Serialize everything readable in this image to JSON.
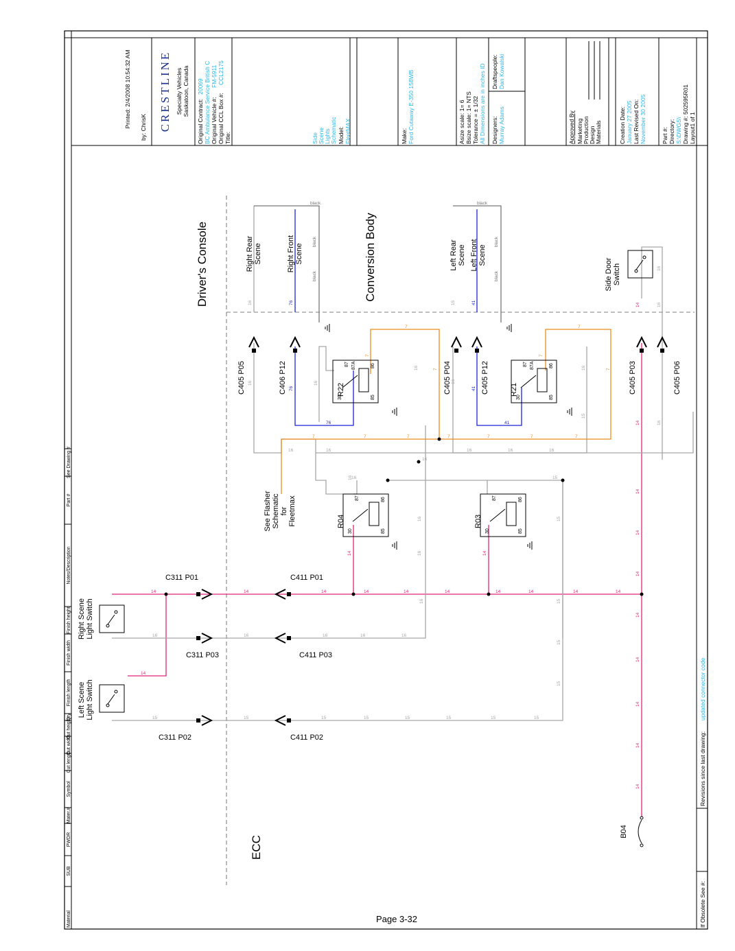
{
  "header": {
    "columns": [
      "Material",
      "SUB",
      "PWDR",
      "Mater.#",
      "Symbol",
      "Cut length",
      "Cut width",
      "Cut height",
      "Qty",
      "Finish length",
      "Finish width",
      "Finish height",
      "Notes/Description",
      "Part #",
      "See Drawing #"
    ]
  },
  "title_block": {
    "printed": "Printed: 2/4/2008 10:54:32 AM",
    "by": "by: ChrisK",
    "logo": "CRESTLINE",
    "company": "Specialty Vehicles",
    "location": "Saskatoon, Canada",
    "original_contract_label": "Original Contract:",
    "original_contract_value": "20069",
    "original_contract_detail": "BC Ambulance Service British C",
    "original_vehicle_label": "Original Vehicle #:",
    "original_vehicle_value": "FM-5911",
    "original_ccl_label": "Original CCL Box #:",
    "original_ccl_value": "CCL2175",
    "title_label": "Title:",
    "title_value": [
      "Side",
      "Scene",
      "Lights",
      "Schematic"
    ],
    "model_label": "Model:",
    "model_value": "FleetMAX",
    "make_label": "Make:",
    "make_value": "Ford Cutaway E-350 158WB",
    "asize": "Asize scale: 1= 6",
    "bsize": "Bsize scale: 1= NTS",
    "tolerance": "Tolerance = ± 1/32",
    "dims_note": "All Dimensions are in inches ID",
    "designers_label": "Designers:",
    "designers_value": "Murray Adams",
    "draftspeople_label": "Draftspeople:",
    "draftspeople_value": "Dan Kowalski",
    "approved_by": "Approved By",
    "approvals": [
      "Marketing",
      "Production",
      "Design",
      "Materials"
    ],
    "creation_label": "Creation Date:",
    "creation_value": "January 27 2005",
    "revised_label": "Last Revised On:",
    "revised_value": "November 30 2005",
    "part_label": "Part #:",
    "directory_label": "Directory:",
    "directory_value": "S:\\DWGS\\",
    "drawing_label": "Drawing #: 502595R01",
    "layout_label": "Layout1 of 1",
    "revisions_label": "Revisions since last drawing:",
    "revisions_value": "updated connector code",
    "obsolete_label": "If Obsolete See #:"
  },
  "page_label": "Page 3-32",
  "zones": {
    "ecc": "ECC",
    "console": "Driver's Console",
    "body": "Conversion Body"
  },
  "switches": {
    "right_scene": [
      "Right Scene",
      "Light Switch"
    ],
    "left_scene": [
      "Left Scene",
      "Light Switch"
    ],
    "side_door": [
      "Side Door",
      "Switch"
    ]
  },
  "loads": {
    "right_rear": [
      "Right Rear",
      "Scene"
    ],
    "right_front": [
      "Right Front",
      "Scene"
    ],
    "left_rear": [
      "Left Rear",
      "Scene"
    ],
    "left_front": [
      "Left Front",
      "Scene"
    ]
  },
  "relays": {
    "r22": "R22",
    "r21": "R21",
    "r04": "R04",
    "r03": "R03",
    "pins": {
      "p87": "87",
      "p87a": "87A",
      "p30": "30",
      "p86": "86",
      "p85": "85"
    }
  },
  "connectors": {
    "c311p01": "C311 P01",
    "c311p03": "C311 P03",
    "c311p02": "C311 P02",
    "c411p01": "C411 P01",
    "c411p03": "C411 P03",
    "c411p02": "C411 P02",
    "c405p05": "C405 P05",
    "c406p12": "C406 P12",
    "c405p04": "C405 P04",
    "c405p12": "C405 P12",
    "c405p03": "C405 P03",
    "c405p06": "C405 P06"
  },
  "flasher_note": [
    "See Flasher",
    "Schematic",
    "for",
    "Fleetmax"
  ],
  "fuse": "B04",
  "wire_labels": {
    "w14": "14",
    "w16": "16",
    "w15": "15",
    "w76": "76",
    "w41": "41",
    "w7": "7",
    "wblack": "black"
  },
  "wire_colors": {
    "gray": "#a6a6a6",
    "pink": "#e0257a",
    "blue": "#1b22d8",
    "orange": "#ee8c1c",
    "black": "#777777"
  }
}
